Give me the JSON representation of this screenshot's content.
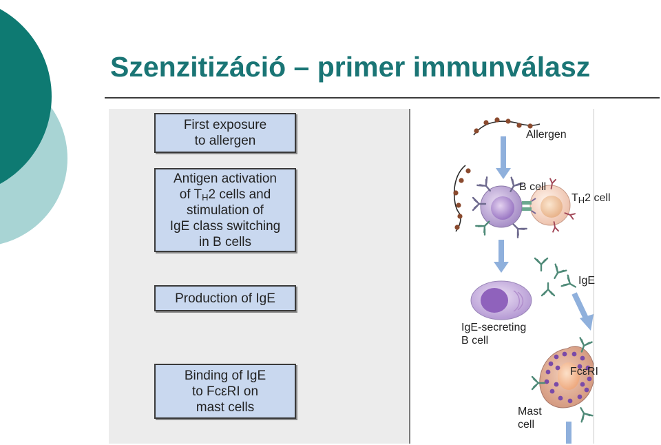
{
  "slide": {
    "title": "Szenzitizáció – primer immunválasz"
  },
  "steps": [
    {
      "lines": [
        "First exposure",
        "to allergen"
      ]
    },
    {
      "lines": [
        "Antigen activation",
        "of T",
        "H",
        "2 cells and",
        "stimulation of",
        "IgE class switching",
        "in B cells"
      ]
    },
    {
      "lines": [
        "Production of IgE"
      ]
    },
    {
      "lines": [
        "Binding of IgE",
        "to FcεRI on",
        "mast cells"
      ]
    }
  ],
  "labels": {
    "allergen": "Allergen",
    "b_cell": "B cell",
    "th2_prefix": "T",
    "th2_sub": "H",
    "th2_suffix": "2 cell",
    "ige": "IgE",
    "ige_secreting_1": "IgE-secreting",
    "ige_secreting_2": "B cell",
    "fceri": "FcεRI",
    "mast_1": "Mast",
    "mast_2": "cell"
  },
  "colors": {
    "title": "#1a7575",
    "box_fill": "#c9d8ef",
    "arrow": "#8fb0dc",
    "teal_dark": "#0e7a72",
    "teal_light": "#a8d4d4"
  }
}
